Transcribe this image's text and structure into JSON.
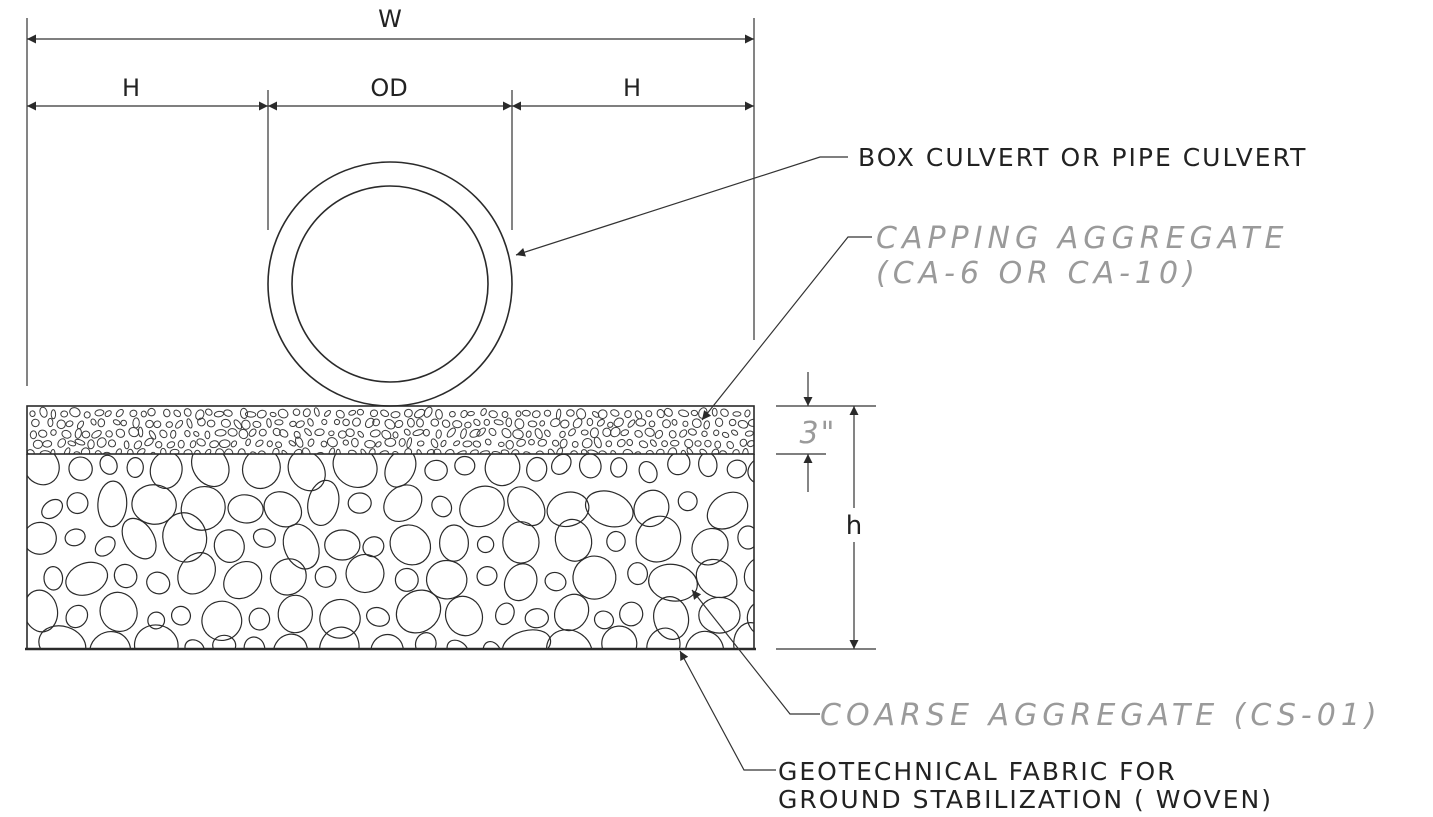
{
  "dimensions": {
    "width_label": "W",
    "haunch_label": "H",
    "diameter_label": "OD",
    "depth_label": "h",
    "capping_thickness": "3\""
  },
  "callouts": {
    "culvert": "BOX CULVERT OR PIPE CULVERT",
    "capping_line1": "CAPPING AGGREGATE",
    "capping_line2": "(CA-6 OR CA-10)",
    "coarse": "COARSE AGGREGATE (CS-01)",
    "fabric_line1": "GEOTECHNICAL FABRIC FOR",
    "fabric_line2": "GROUND STABILIZATION ( WOVEN)"
  },
  "colors": {
    "linework": "#2a2a2a",
    "highlight_text": "#9a9a9a"
  }
}
